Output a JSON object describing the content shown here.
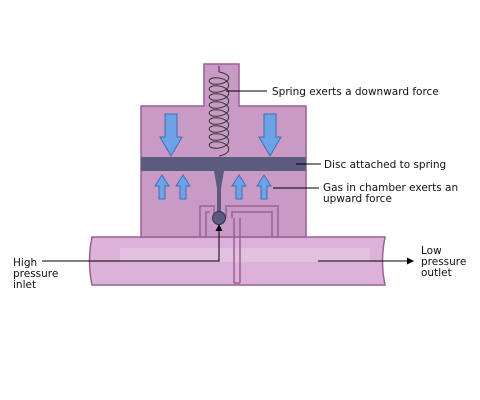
{
  "labels": {
    "spring": "Spring exerts a downward force",
    "disc": "Disc attached to spring",
    "gas_line1": "Gas in chamber exerts an",
    "gas_line2": "upward force",
    "inlet_line1": "High",
    "inlet_line2": "pressure",
    "inlet_line3": "inlet",
    "outlet_line1": "Low",
    "outlet_line2": "pressure",
    "outlet_line3": "outlet"
  },
  "colors": {
    "body_fill": "#c99ac5",
    "body_stroke": "#9a5f96",
    "pipe_fill": "#dcb2d8",
    "pipe_stroke": "#9a5f96",
    "disc": "#5c5a7e",
    "arrow_fill": "#6da2e6",
    "arrow_stroke": "#3f6fb4",
    "spring": "#333333",
    "leader": "#000000"
  },
  "icons": {
    "down_arrows": "down-arrow-icon",
    "up_arrows": "up-arrow-icon",
    "spring": "spring-coil-icon",
    "valve_ball": "valve-ball-icon"
  }
}
